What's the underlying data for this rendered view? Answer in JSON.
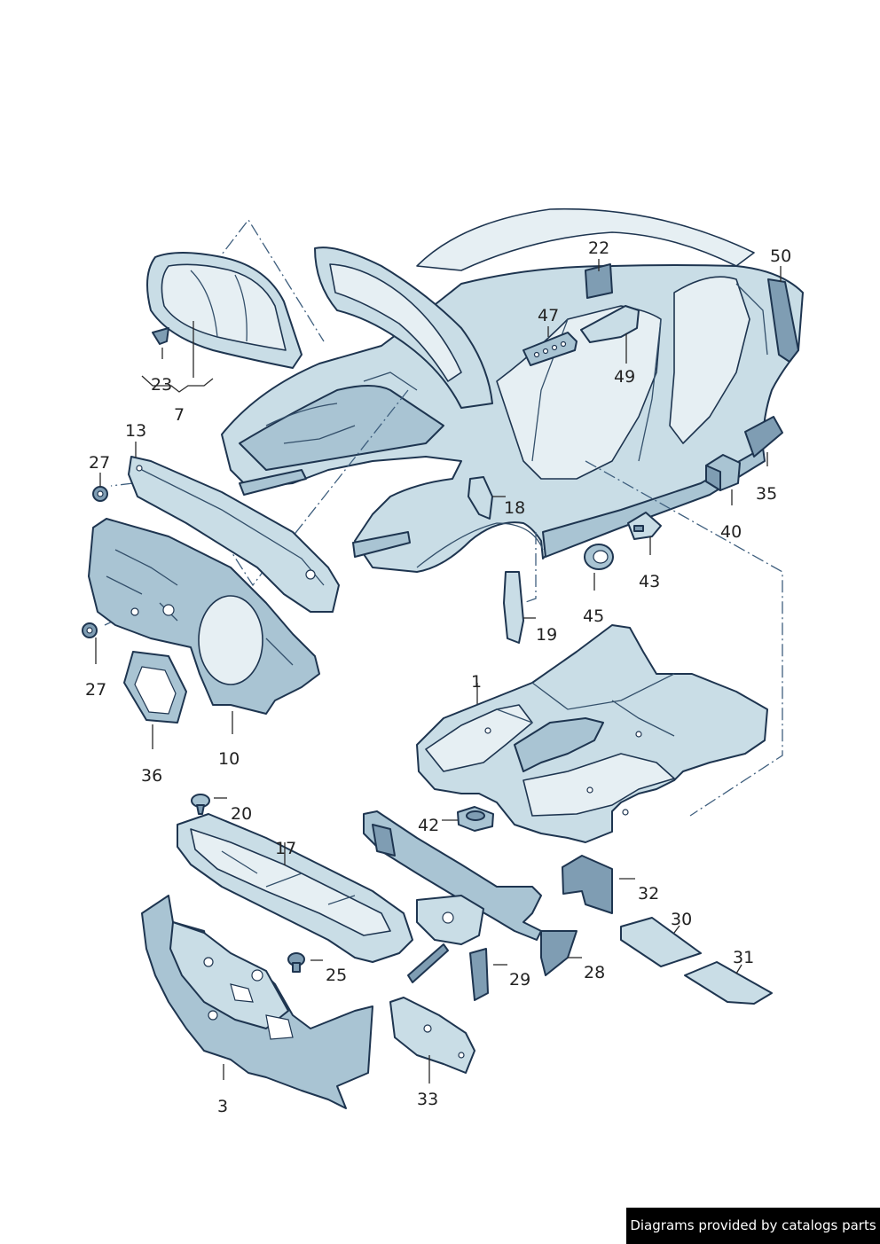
{
  "diagram": {
    "callouts": {
      "c1": "1",
      "c3": "3",
      "c7": "7",
      "c10": "10",
      "c13": "13",
      "c17": "17",
      "c18": "18",
      "c19": "19",
      "c20": "20",
      "c22": "22",
      "c23": "23",
      "c25": "25",
      "c27a": "27",
      "c27b": "27",
      "c28": "28",
      "c29": "29",
      "c30": "30",
      "c31": "31",
      "c32": "32",
      "c33": "33",
      "c35": "35",
      "c36": "36",
      "c40": "40",
      "c42": "42",
      "c43": "43",
      "c45": "45",
      "c47": "47",
      "c49": "49",
      "c50": "50"
    },
    "colors": {
      "part_fill": "#c9dde6",
      "part_dark": "#7f9db3",
      "outline": "#1e3550"
    }
  },
  "footer": {
    "credit": "Diagrams provided by catalogs parts"
  }
}
